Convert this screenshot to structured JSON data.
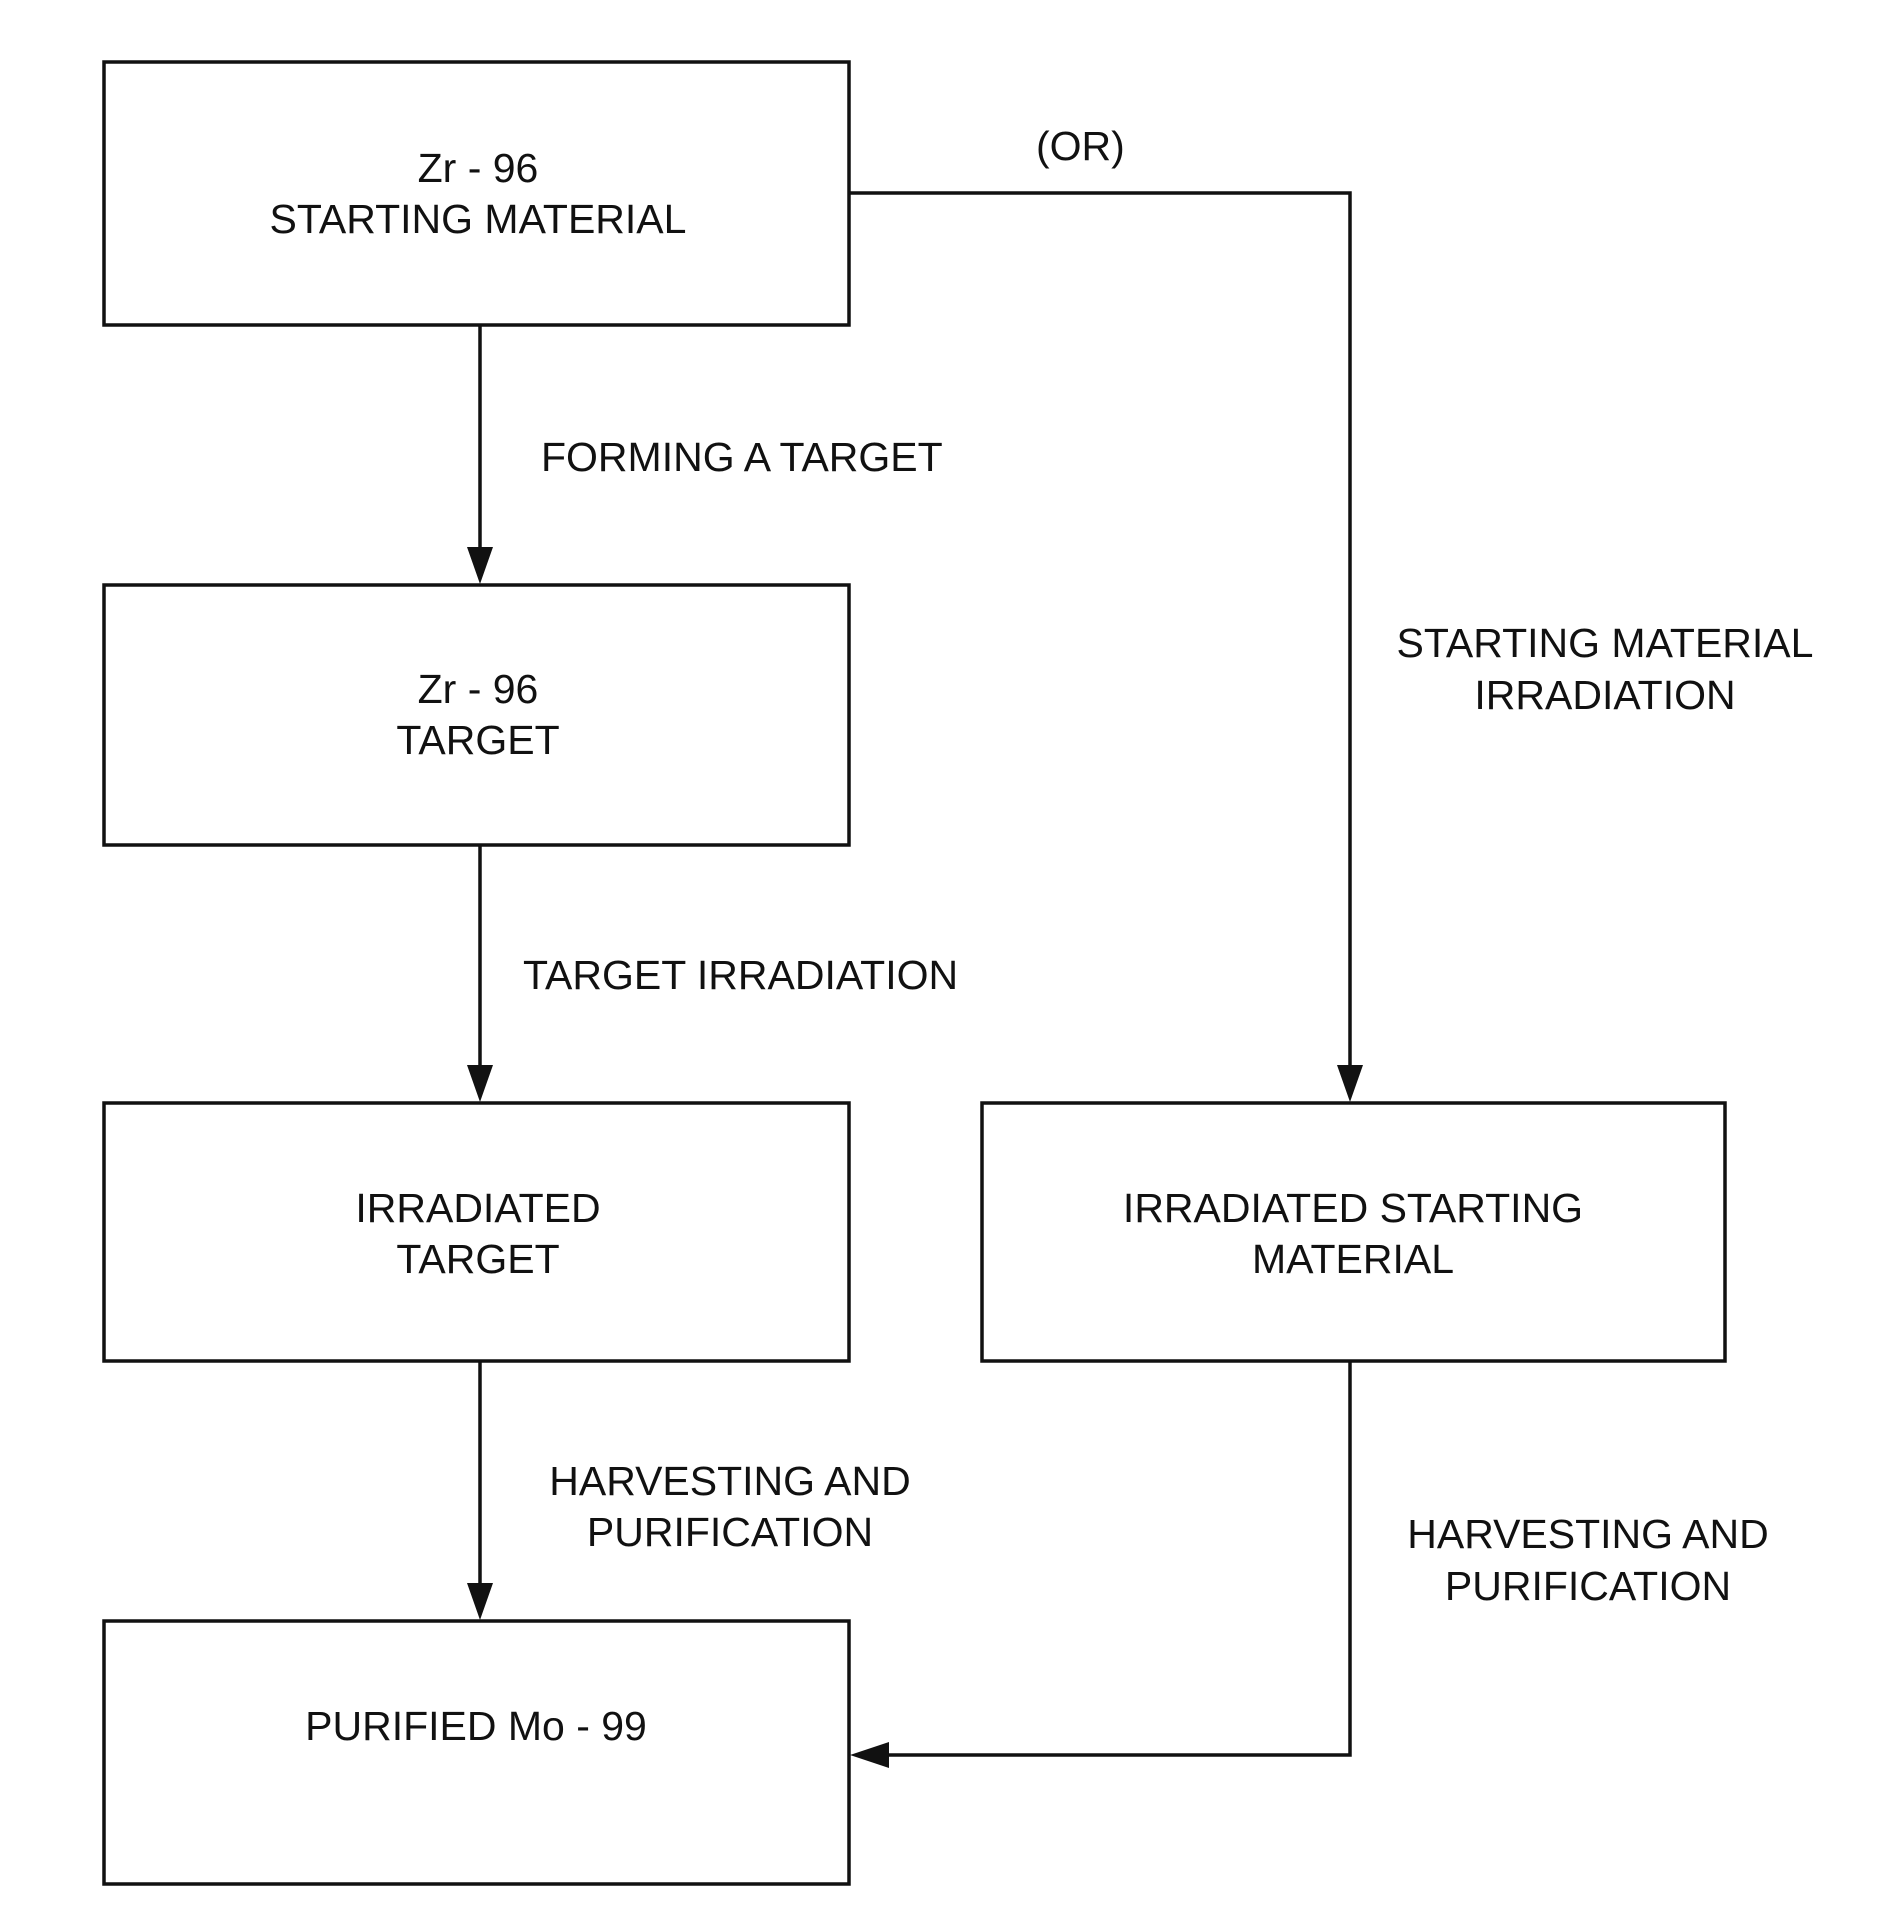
{
  "boxes": {
    "start_line1": "Zr - 96",
    "start_line2": "STARTING MATERIAL",
    "target_line1": "Zr - 96",
    "target_line2": "TARGET",
    "irr_target_line1": "IRRADIATED",
    "irr_target_line2": "TARGET",
    "irr_start_line1": "IRRADIATED STARTING",
    "irr_start_line2": "MATERIAL",
    "purified": "PURIFIED Mo - 99"
  },
  "steps": {
    "or": "(OR)",
    "forming": "FORMING A TARGET",
    "start_irr_line1": "STARTING MATERIAL",
    "start_irr_line2": "IRRADIATION",
    "target_irr": "TARGET IRRADIATION",
    "harvest_left_line1": "HARVESTING AND",
    "harvest_left_line2": "PURIFICATION",
    "harvest_right_line1": "HARVESTING AND",
    "harvest_right_line2": "PURIFICATION"
  }
}
